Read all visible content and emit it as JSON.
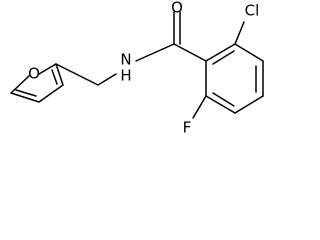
{
  "molecule": {
    "atoms": {
      "O_carbonyl": "O",
      "NH": "N\nH",
      "N": "N",
      "H": "H",
      "Cl": "Cl",
      "F": "F",
      "O_furan": "O"
    }
  }
}
